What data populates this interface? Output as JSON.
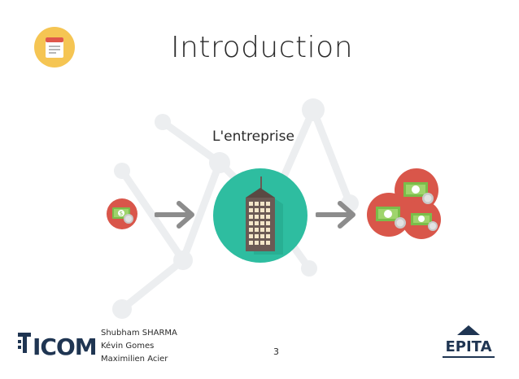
{
  "slide": {
    "title": "Introduction",
    "subtitle": "L'entreprise",
    "page_number": "3"
  },
  "authors": [
    "Shubham SHARMA",
    "Kévin Gomes",
    "Maximilien Acier"
  ],
  "logos": {
    "left": "ICOM",
    "right": "EPITA"
  },
  "icons": {
    "title_icon": "calendar-note-icon",
    "money": "money-bill-coin-icon",
    "arrow": "right-arrow-icon",
    "building": "skyscraper-icon"
  },
  "colors": {
    "accent_yellow": "#f5c553",
    "money_red": "#d9564a",
    "building_teal": "#2ebda0",
    "arrow_gray": "#8c8c8c",
    "bill_green": "#7bbd4a",
    "logo_navy": "#1f3552"
  }
}
